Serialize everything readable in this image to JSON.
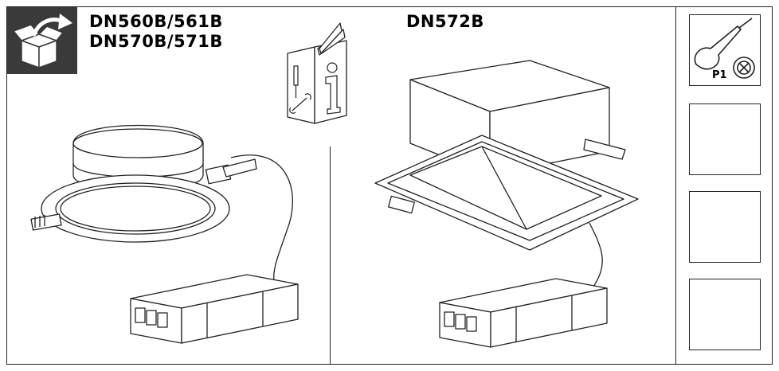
{
  "models": {
    "round_line1": "DN560B/561B",
    "round_line2": "DN570B/571B",
    "square": "DN572B"
  },
  "sidebar": {
    "tool_slot_label": "P1"
  },
  "icons": {
    "unbox": "unbox-icon",
    "manual": "instruction-manual-icon",
    "tool": "screwdriver-prohibited-icon"
  },
  "colors": {
    "unbox_bg": "#3a3a3a",
    "line": "#222222",
    "fill": "#ffffff"
  }
}
